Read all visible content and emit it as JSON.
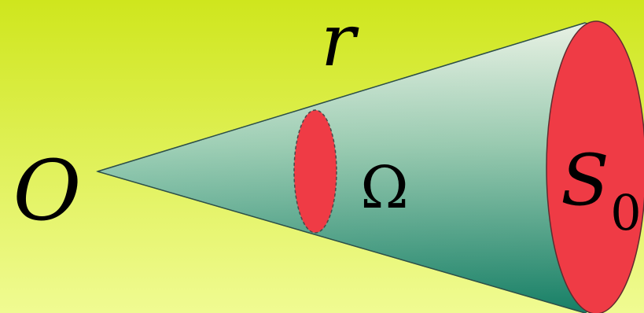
{
  "labels": {
    "radius": "r",
    "origin": "O",
    "solid_angle": "Ω",
    "surface": "S",
    "surface_subscript": "0"
  },
  "colors": {
    "background_top": "#cfe61d",
    "background_bottom": "#f0fb92",
    "cone_top": "#eef8ea",
    "cone_mid": "#7dbea3",
    "cone_bottom": "#168268",
    "disc_fill": "#ef3b45",
    "outline": "#2b2b2b",
    "text": "#000000"
  }
}
